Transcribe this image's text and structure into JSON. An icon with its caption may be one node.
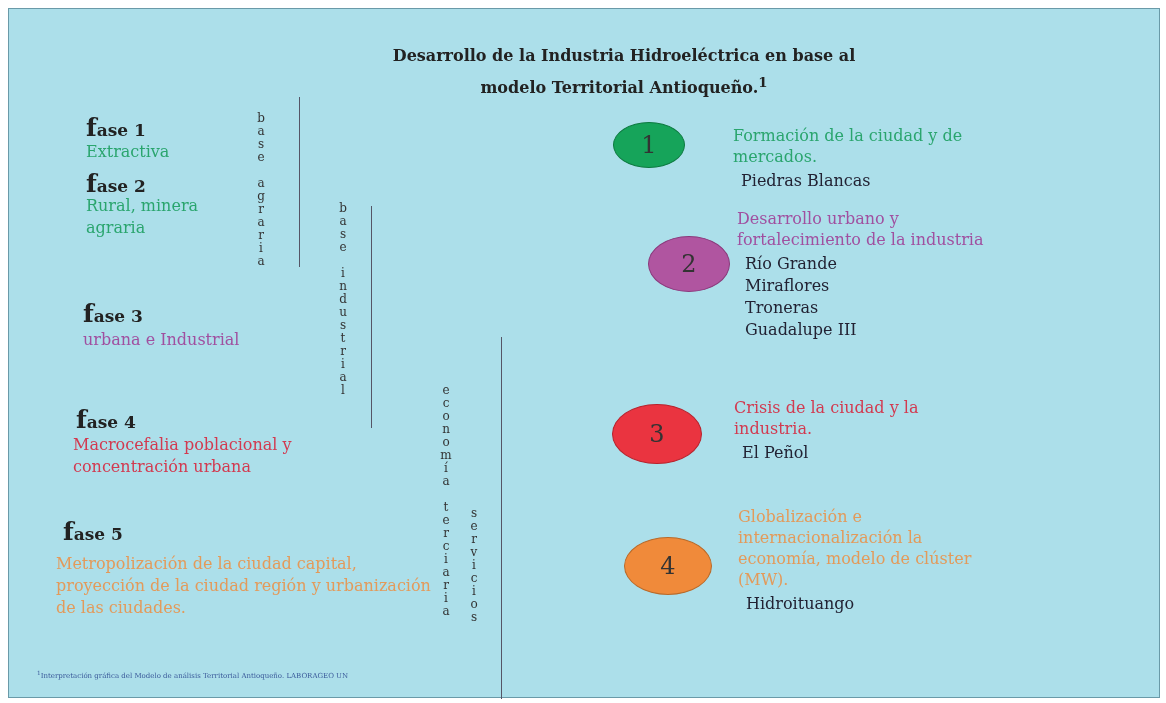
{
  "diagram": {
    "title": "Desarrollo de la Industria Hidroeléctrica en base al  modelo  Territorial Antioqueño.$^{1}$",
    "nodes": [
      {
        "text": [
          "1"
        ],
        "beside": [
          "Formación de la ciudad y de mercados.",
          "Piedras Blancas"
        ]
      },
      {
        "text": [
          "2"
        ],
        "beside": [
          "Desarrollo urbano y fortalecimiento de la industria",
          "Río Grande",
          "Miraflores",
          "Troneras",
          "Guadalupe III"
        ]
      },
      {
        "text": [
          "3"
        ],
        "beside": [
          "Crisis de la ciudad y la industria.",
          "El Peñol"
        ]
      },
      {
        "text": [
          "4"
        ],
        "beside": [
          "Globalización e internacionalización la economía, modelo de clúster (MW).",
          "Hidroituango"
        ]
      }
    ],
    "edges": [],
    "labels": [
      "fase 1",
      "Extractiva",
      "fase 2",
      "Rural, minera agraria",
      "base agraria",
      "base industrial",
      "fase 3",
      "urbana e Industrial",
      "fase 4",
      "Macrocefalia poblacional y concentración urbana",
      "economía terciaria",
      "servicios",
      "fase 5",
      "Metropolización de la ciudad capital, proyección de la ciudad región y urbanización de las ciudades.",
      "$^{1}$Interpretación gráfica del Modelo de análisis Territorial Antioqueño. LABORAGEO UN"
    ]
  }
}
